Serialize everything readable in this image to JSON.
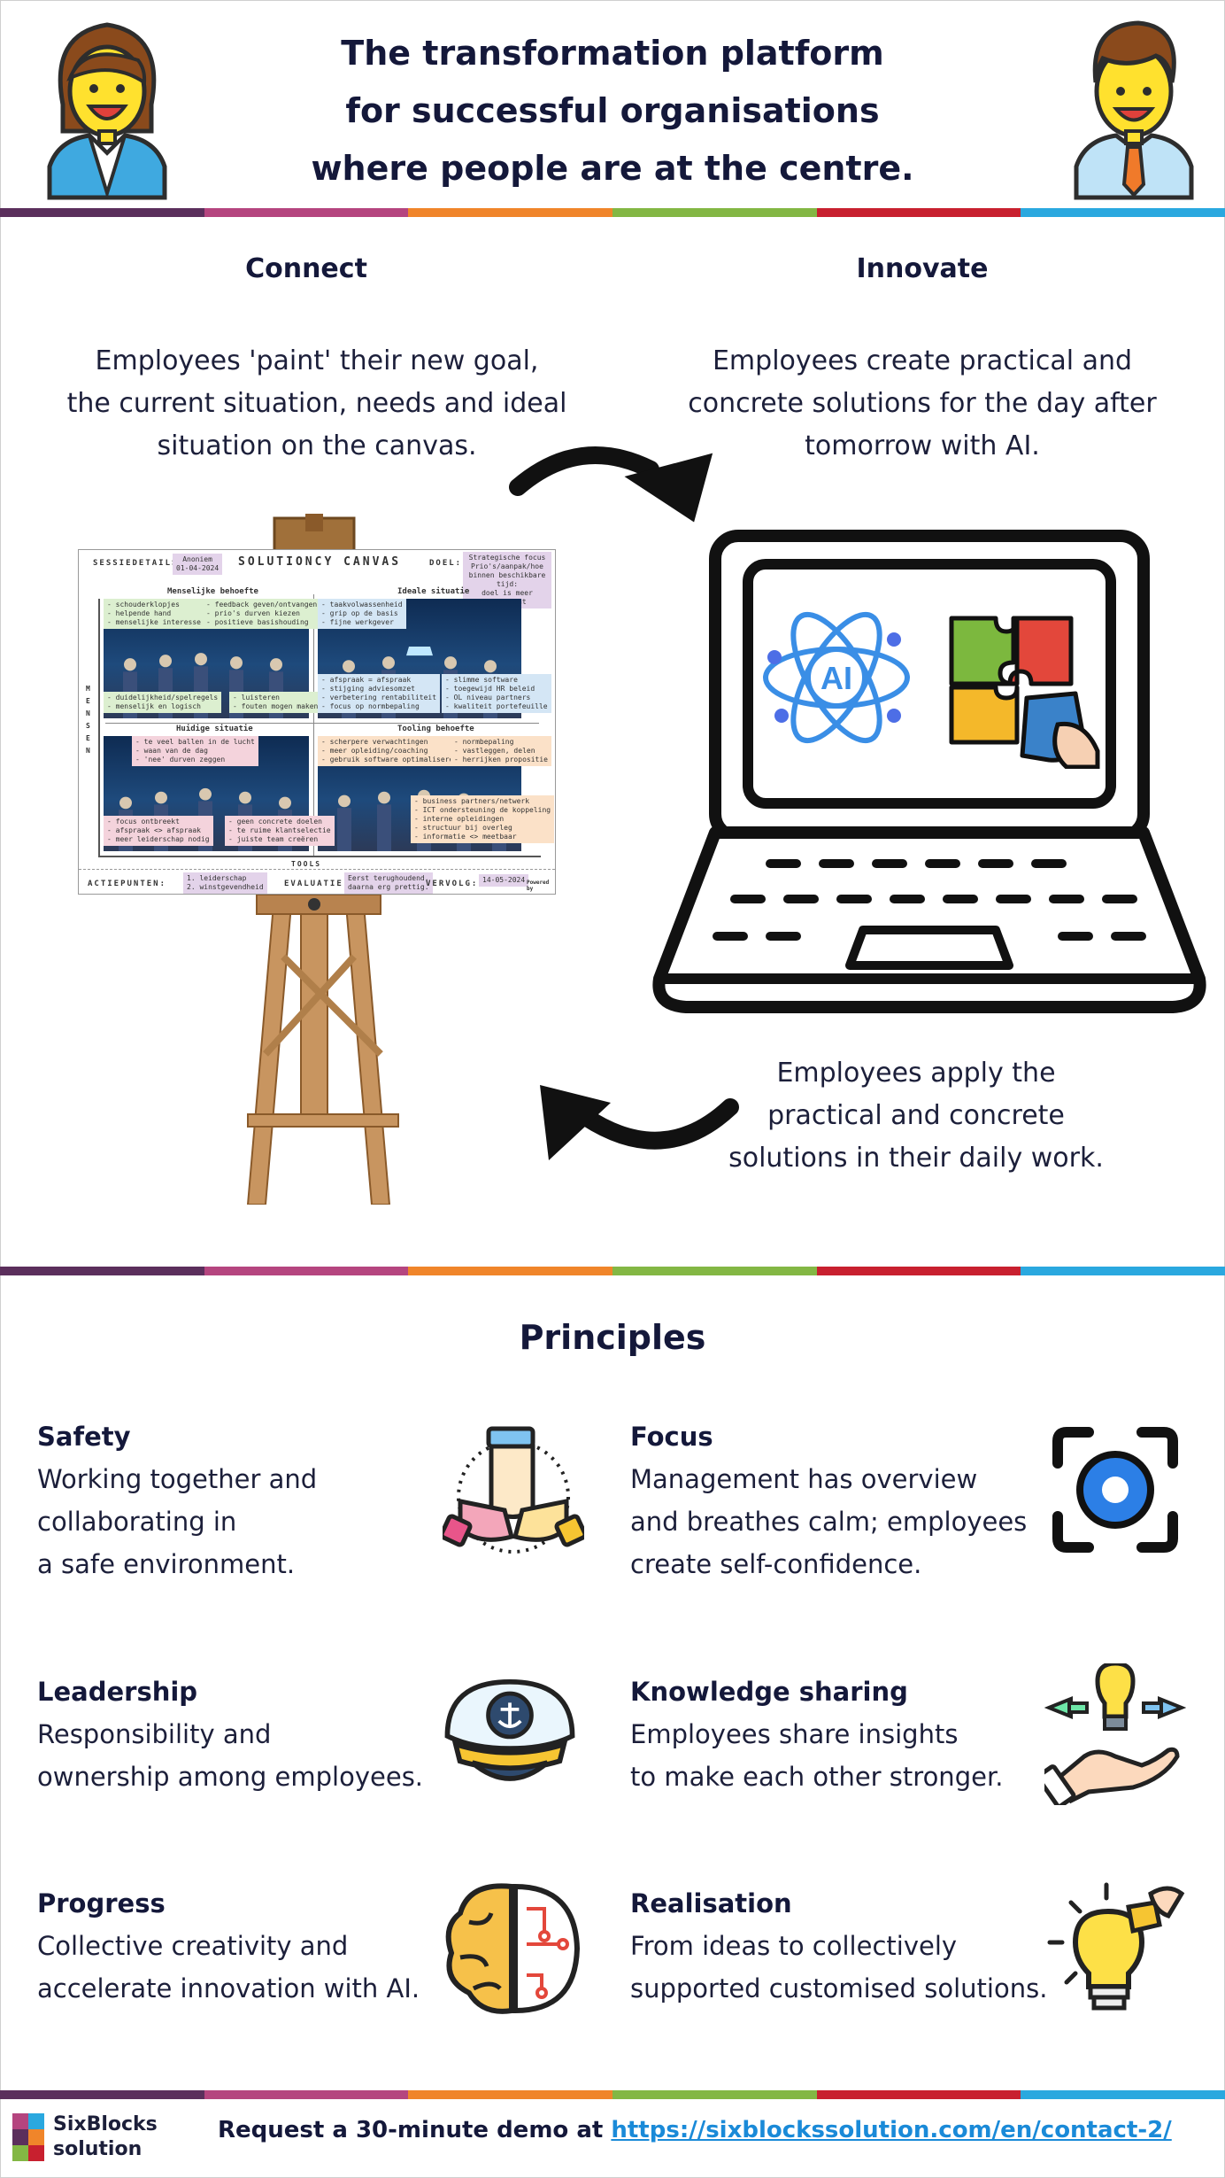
{
  "header": {
    "title_lines": [
      "The transformation platform",
      "for successful organisations",
      "where people are at the centre."
    ],
    "left_avatar_icon": "woman-avatar-icon",
    "right_avatar_icon": "man-avatar-icon"
  },
  "stripe_colors": [
    "#5b2f5c",
    "#b5457f",
    "#f0852a",
    "#83b744",
    "#c8202f",
    "#2aa8df"
  ],
  "connect": {
    "title": "Connect",
    "text_lines": [
      "Employees 'paint' their new goal,",
      "the current situation, needs and ideal",
      "situation on the canvas."
    ]
  },
  "innovate": {
    "title": "Innovate",
    "text_lines": [
      "Employees create practical and",
      "concrete solutions for the day after",
      "tomorrow with AI."
    ]
  },
  "apply": {
    "text_lines": [
      "Employees apply the",
      "practical and concrete",
      "solutions in their daily work."
    ]
  },
  "canvas_board": {
    "session_label": "SESSIEDETAILS:",
    "session_value_1": "Anoniem",
    "session_value_2": "01-04-2024",
    "title": "SOLUTIONCY CANVAS",
    "goal_label": "DOEL:",
    "goal_value_1": "Strategische focus",
    "goal_value_2": "Prio's/aanpak/hoe",
    "goal_value_3": "binnen beschikbare tijd:",
    "goal_value_4": "doel is meer rendement",
    "q1_title": "Menselijke behoefte",
    "q2_title": "Ideale situatie",
    "q3_title": "Huidige situatie",
    "q4_title": "Tooling behoefte",
    "q1_note_a": "- schouderklopjes\n- helpende hand\n- menselijke interesse",
    "q1_note_b": "- feedback geven/ontvangen\n- prio's durven kiezen\n- positieve basishouding",
    "q1_note_c": "- duidelijkheid/spelregels\n- menselijk en logisch",
    "q1_note_d": "- luisteren\n- fouten mogen maken",
    "q2_note_a": "- taakvolwassenheid\n- grip op de basis\n- fijne werkgever",
    "q2_note_b": "- afspraak = afspraak\n- stijging adviesomzet\n- verbetering rentabiliteit\n- focus op normbepaling",
    "q2_note_c": "- slimme software\n- toegewijd HR beleid\n- OL niveau partners\n- kwaliteit portefeuille",
    "q3_note_a": "- te veel ballen in de lucht\n- waan van de dag\n- 'nee' durven zeggen",
    "q3_note_b": "- focus ontbreekt\n- afspraak <> afspraak\n- meer leiderschap nodig",
    "q3_note_c": "- geen concrete doelen\n- te ruime klantselectie\n- juiste team creëren",
    "q4_note_a": "- scherpere verwachtingen\n- meer opleiding/coaching\n- gebruik software optimaliseren",
    "q4_note_b": "- normbepaling\n- vastleggen, delen\n- herrijken propositie",
    "q4_note_c": "- business partners/netwerk\n- ICT ondersteuning de koppeling\n- interne opleidingen\n- structuur bij overleg\n- informatie <> meetbaar",
    "side_label": "MENSEN",
    "bottom_label": "TOOLS",
    "actions_label": "ACTIEPUNTEN:",
    "actions_value_1": "1. leiderschap",
    "actions_value_2": "2. winstgevendheid",
    "eval_label": "EVALUATIE:",
    "eval_value_1": "Eerst terughoudend,",
    "eval_value_2": "daarna erg prettig.",
    "followup_label": "VERVOLG:",
    "followup_value": "14-05-2024",
    "powered_by": "Powered by"
  },
  "laptop": {
    "screen_text": "AI",
    "ai_icon": "ai-atom-icon",
    "puzzle_icon": "puzzle-hand-icon"
  },
  "principles": {
    "title": "Principles",
    "items": [
      {
        "title": "Safety",
        "lines": [
          "Working together and",
          "collaborating in",
          "a safe environment."
        ],
        "icon": "joined-hands-icon"
      },
      {
        "title": "Focus",
        "lines": [
          "Management has overview",
          "and breathes calm; employees",
          "create self-confidence."
        ],
        "icon": "focus-target-icon"
      },
      {
        "title": "Leadership",
        "lines": [
          "Responsibility and",
          "ownership among employees."
        ],
        "icon": "captain-hat-icon"
      },
      {
        "title": "Knowledge sharing",
        "lines": [
          "Employees share insights",
          "to make each other stronger."
        ],
        "icon": "idea-hand-icon"
      },
      {
        "title": "Progress",
        "lines": [
          "Collective creativity and",
          "accelerate innovation with AI."
        ],
        "icon": "brain-circuit-icon"
      },
      {
        "title": "Realisation",
        "lines": [
          "From ideas to collectively",
          "supported customised solutions."
        ],
        "icon": "bulb-puzzle-icon"
      }
    ]
  },
  "footer": {
    "logo_line_1": "SixBlocks",
    "logo_line_2": "solution",
    "text": "Request a 30-minute demo at",
    "link": "https://sixblockssolution.com/en/contact-2/"
  }
}
